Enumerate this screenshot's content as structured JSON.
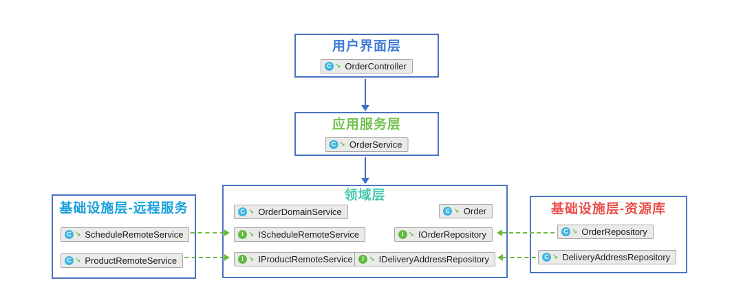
{
  "diagram": {
    "kind": "ddd-layered-architecture",
    "background": "#ffffff"
  },
  "icons": {
    "class_icon": {
      "letter": "C",
      "color": "#3db4e0"
    },
    "interface_icon": {
      "letter": "I",
      "color": "#62b93f"
    },
    "member_arrow": "↘"
  },
  "colors": {
    "box_border": "#4a74c0",
    "flow_arrow_blue": "#3e6fc9",
    "impl_arrow_green": "#6db843",
    "chip_background": "#eaeae8",
    "chip_border": "#a6a6a4",
    "ui_title": "#3d7ad6",
    "app_title": "#72c150",
    "domain_title": "#46c8b2",
    "infra_remote_title": "#18a0dc",
    "infra_repo_title": "#e8504a"
  },
  "layers": {
    "ui": {
      "title": "用户界面层",
      "items": [
        {
          "name": "OrderController",
          "type": "class"
        }
      ]
    },
    "application": {
      "title": "应用服务层",
      "items": [
        {
          "name": "OrderService",
          "type": "class"
        }
      ]
    },
    "domain": {
      "title": "领域层",
      "items": [
        {
          "name": "OrderDomainService",
          "type": "class"
        },
        {
          "name": "Order",
          "type": "class"
        },
        {
          "name": "IScheduleRemoteService",
          "type": "interface"
        },
        {
          "name": "IOrderRepository",
          "type": "interface"
        },
        {
          "name": "IProductRemoteService",
          "type": "interface"
        },
        {
          "name": "IDeliveryAddressRepository",
          "type": "interface"
        }
      ]
    },
    "infra_remote": {
      "title": "基础设施层-远程服务",
      "items": [
        {
          "name": "ScheduleRemoteService",
          "type": "class"
        },
        {
          "name": "ProductRemoteService",
          "type": "class"
        }
      ]
    },
    "infra_repo": {
      "title": "基础设施层-资源库",
      "items": [
        {
          "name": "OrderRepository",
          "type": "class"
        },
        {
          "name": "DeliveryAddressRepository",
          "type": "class"
        }
      ]
    }
  },
  "connections": [
    {
      "from": "OrderController",
      "to": "OrderService",
      "style": "solid-blue-down"
    },
    {
      "from": "OrderService",
      "to": "领域层",
      "style": "solid-blue-down"
    },
    {
      "from": "ScheduleRemoteService",
      "to": "IScheduleRemoteService",
      "style": "dashed-green"
    },
    {
      "from": "ProductRemoteService",
      "to": "IProductRemoteService",
      "style": "dashed-green"
    },
    {
      "from": "OrderRepository",
      "to": "IOrderRepository",
      "style": "dashed-green"
    },
    {
      "from": "DeliveryAddressRepository",
      "to": "IDeliveryAddressRepository",
      "style": "dashed-green"
    }
  ]
}
